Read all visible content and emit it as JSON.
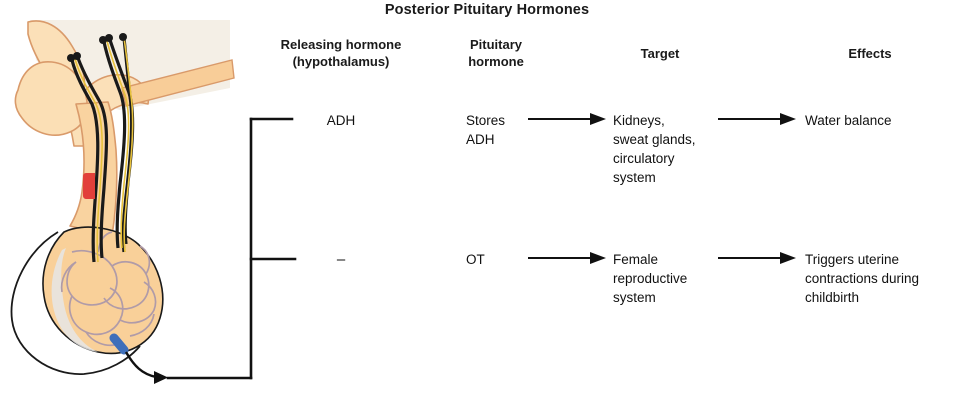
{
  "figure": {
    "title": "Posterior Pituitary Hormones"
  },
  "columns": [
    {
      "id": "releasing-hormone",
      "label_line1": "Releasing hormone",
      "label_line2": "(hypothalamus)"
    },
    {
      "id": "pituitary-hormone",
      "label_line1": "Pituitary",
      "label_line2": "hormone"
    },
    {
      "id": "target",
      "label_line1": "Target",
      "label_line2": ""
    },
    {
      "id": "effects",
      "label_line1": "Effects",
      "label_line2": ""
    }
  ],
  "rows": [
    {
      "id": "adh-row",
      "releasing_hormone": "ADH",
      "pituitary_hormone": "Stores\nADH",
      "target": "Kidneys,\nsweat glands,\ncirculatory\nsystem",
      "effects": "Water balance"
    },
    {
      "id": "ot-row",
      "releasing_hormone": "–",
      "pituitary_hormone": "OT",
      "target": "Female\nreproductive\nsystem",
      "effects": "Triggers uterine\ncontractions during\nchildbirth"
    }
  ],
  "illustration": {
    "name": "hypothalamus-posterior-pituitary-diagram",
    "elements": [
      "hypothalamus-tissue",
      "neurosecretory-cell-axons",
      "infundibulum-stalk",
      "posterior-pituitary-lobe",
      "capillary-plexus",
      "artery",
      "vein",
      "hormone-release-arrow"
    ]
  },
  "colors": {
    "tissue_fill": "#f7c98e",
    "tissue_light": "#fbe0b8",
    "brain_bg": "#f4efe6",
    "axon_yellow": "#e8c23c",
    "artery_red": "#e2403a",
    "vein_blue": "#3f6fba",
    "capillary_mauve": "#b09ba8",
    "outline": "#1a1a1a",
    "text": "#111111"
  }
}
